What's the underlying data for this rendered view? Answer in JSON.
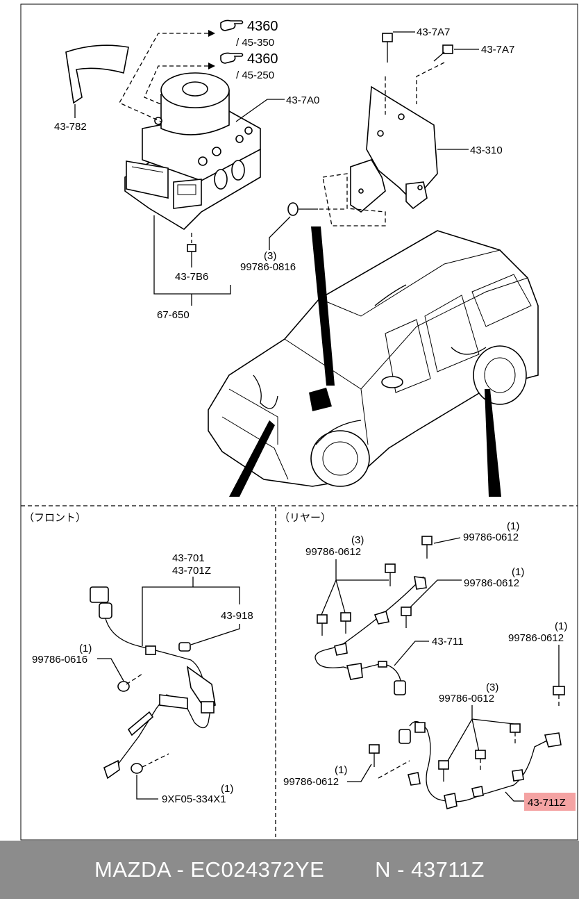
{
  "labels": {
    "ref1_num": "4360",
    "ref1_sub": "/ 45-350",
    "ref2_num": "4360",
    "ref2_sub": "/ 45-250",
    "band": "43-782",
    "unit": "43-7A0",
    "bolt_a": "43-7A7",
    "bolt_b": "43-7A7",
    "bracket": "43-310",
    "bolt_c_qty": "(3)",
    "bolt_c": "99786-0816",
    "bolt_d": "43-7B6",
    "assy": "67-650",
    "front_head": "（フロント）",
    "rear_head": "（リヤー）",
    "f_sensor1": "43-701",
    "f_sensor2": "43-701Z",
    "f_clip": "43-918",
    "f_bolt_qty": "(1)",
    "f_bolt": "99786-0616",
    "f_bolt2": "9XF05-334X1",
    "f_bolt2_qty": "(1)",
    "r_bolt1_qty": "(3)",
    "r_bolt1": "99786-0612",
    "r_bolt2_qty": "(1)",
    "r_bolt2": "99786-0612",
    "r_bolt3_qty": "(1)",
    "r_bolt3": "99786-0612",
    "r_sensor": "43-711",
    "r_bolt4_qty": "(1)",
    "r_bolt4": "99786-0612",
    "r_bolt5_qty": "(3)",
    "r_bolt5": "99786-0612",
    "r_bolt6_qty": "(1)",
    "r_bolt6": "99786-0612",
    "r_sensor_z": "43-711Z"
  },
  "highlight_color": "#f4a3a3",
  "footer": {
    "brand": "MAZDA - EC024372YE",
    "part": "N - 43711Z"
  }
}
